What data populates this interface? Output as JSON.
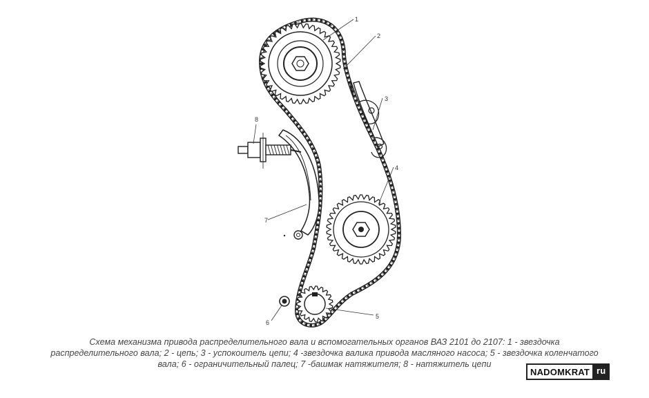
{
  "diagram": {
    "callouts": [
      "1",
      "2",
      "3",
      "4",
      "5",
      "6",
      "7",
      "8"
    ]
  },
  "caption": {
    "lines": [
      "Схема механизма привода распределительного вала и вспомогательных органов ВАЗ 2101 до 2107: 1 - звездочка",
      "распределительного вала; 2 - цепь; 3 - успокоитель цепи; 4 -звездочка валика привода масляного насоса; 5 - звездочка коленчатого",
      "вала; 6 - ограничительный палец; 7 -башмак натяжителя; 8 - натяжитель цепи"
    ]
  },
  "watermark": {
    "main": "NADOMKRAT",
    "sub": "ru"
  }
}
